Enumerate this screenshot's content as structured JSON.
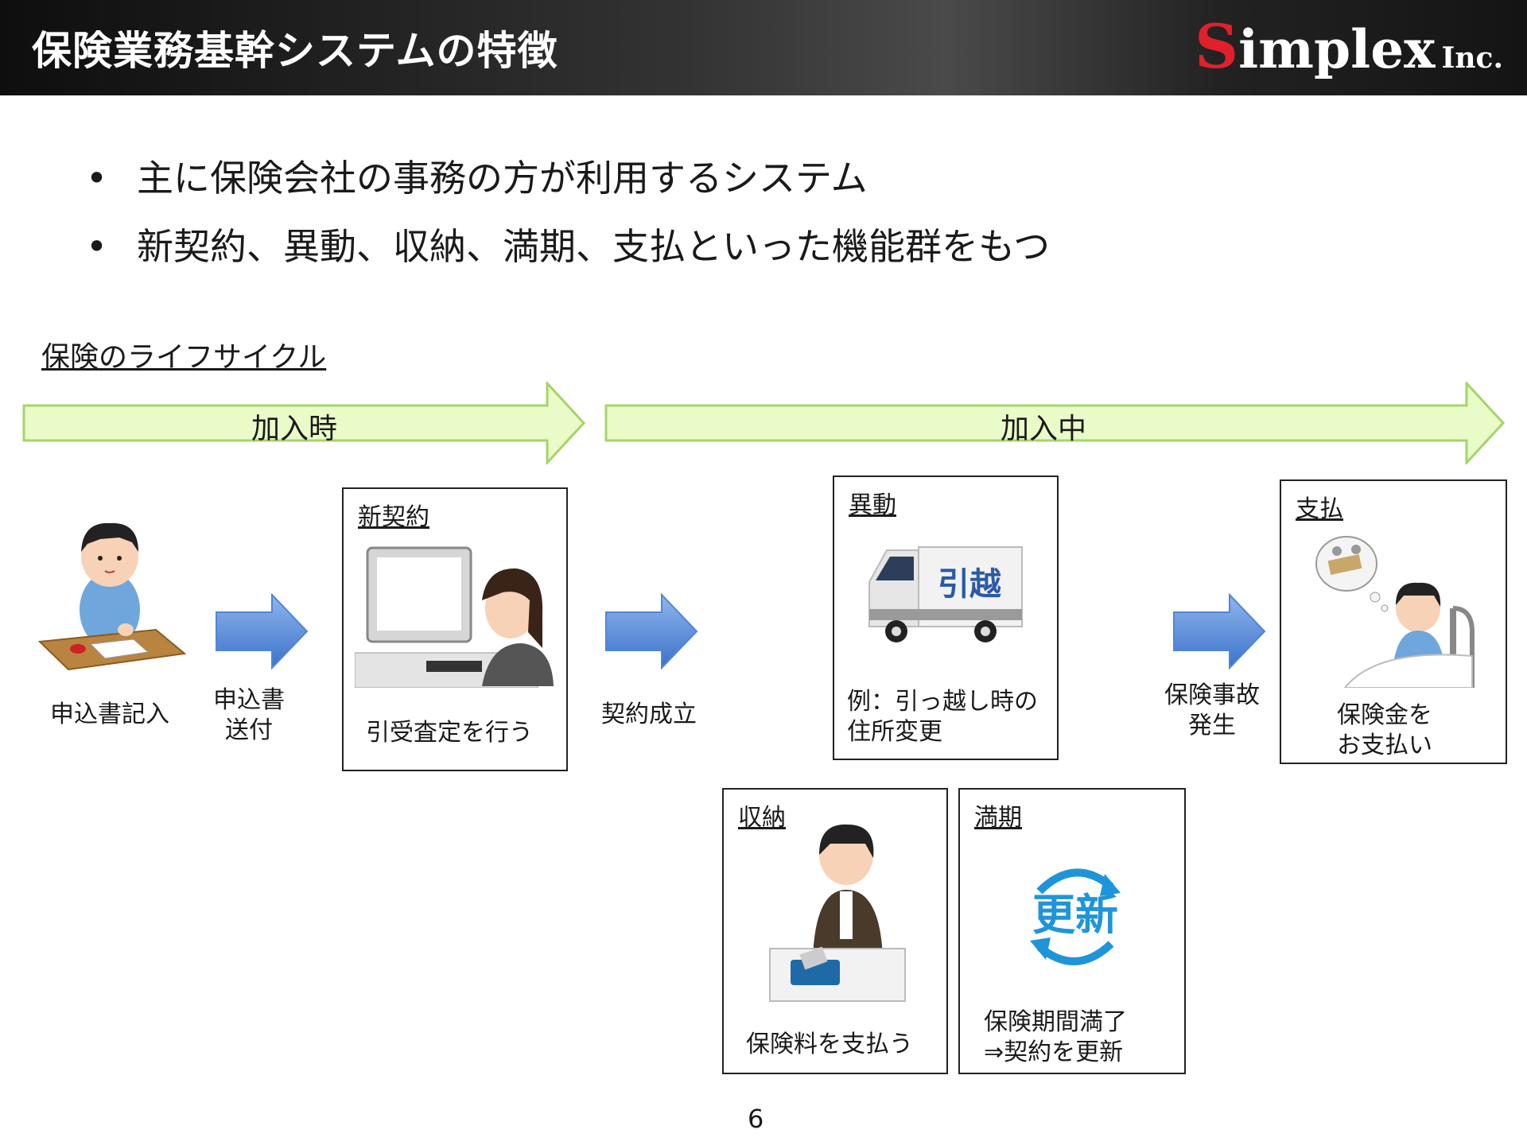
{
  "header": {
    "title": "保険業務基幹システムの特徴",
    "logo": {
      "initial": "S",
      "word": "implex",
      "suffix": "Inc."
    }
  },
  "bullets": [
    "主に保険会社の事務の方が利用するシステム",
    "新契約、異動、収納、満期、支払といった機能群をもつ"
  ],
  "lifecycle": {
    "label": "保険のライフサイクル",
    "phases": [
      "加入時",
      "加入中"
    ]
  },
  "steps": {
    "apply": "申込書記入",
    "send": [
      "申込書",
      "送付"
    ],
    "contract_done": "契約成立",
    "accident": [
      "保険事故",
      "発生"
    ]
  },
  "boxes": {
    "new_contract": {
      "title": "新契約",
      "caption": "引受査定を行う"
    },
    "change": {
      "title": "異動",
      "caption": [
        "例：引っ越し時の",
        "住所変更"
      ],
      "truck_text": "引越"
    },
    "payout": {
      "title": "支払",
      "caption": [
        "保険金を",
        "お支払い"
      ]
    },
    "collection": {
      "title": "収納",
      "caption": "保険料を支払う"
    },
    "maturity": {
      "title": "満期",
      "caption": [
        "保険期間満了",
        "⇒契約を更新"
      ],
      "renew_text": "更新"
    }
  },
  "page_number": "6",
  "colors": {
    "phase_arrow": "#e9fbc7",
    "phase_arrow_border": "#a6d46a",
    "flow_arrow": "#4f86d8",
    "renew_blue": "#1f95d9",
    "logo_red": "#e0202a"
  }
}
